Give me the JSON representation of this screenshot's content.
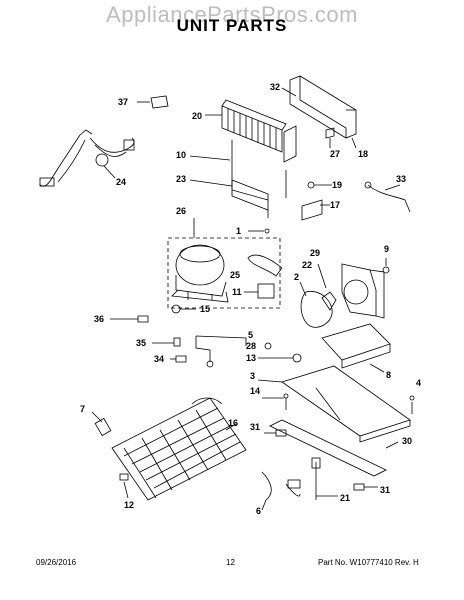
{
  "watermark": "AppliancePartsPros.com",
  "title": "UNIT PARTS",
  "callouts": {
    "c37": "37",
    "c32": "32",
    "c20": "20",
    "c27": "27",
    "c18": "18",
    "c10": "10",
    "c24": "24",
    "c23": "23",
    "c19": "19",
    "c33": "33",
    "c17": "17",
    "c26": "26",
    "c1": "1",
    "c9": "9",
    "c29": "29",
    "c25": "25",
    "c22": "22",
    "c2": "2",
    "c11": "11",
    "c36": "36",
    "c15": "15",
    "c5": "5",
    "c28": "28",
    "c35": "35",
    "c34": "34",
    "c13": "13",
    "c8": "8",
    "c3": "3",
    "c4": "4",
    "c14": "14",
    "c7": "7",
    "c16": "16",
    "c31a": "31",
    "c30": "30",
    "c21": "21",
    "c6": "6",
    "c31b": "31",
    "c12": "12"
  },
  "footer": {
    "date": "09/26/2016",
    "page": "12",
    "part_no": "Part No.  W10777410  Rev.  H"
  }
}
